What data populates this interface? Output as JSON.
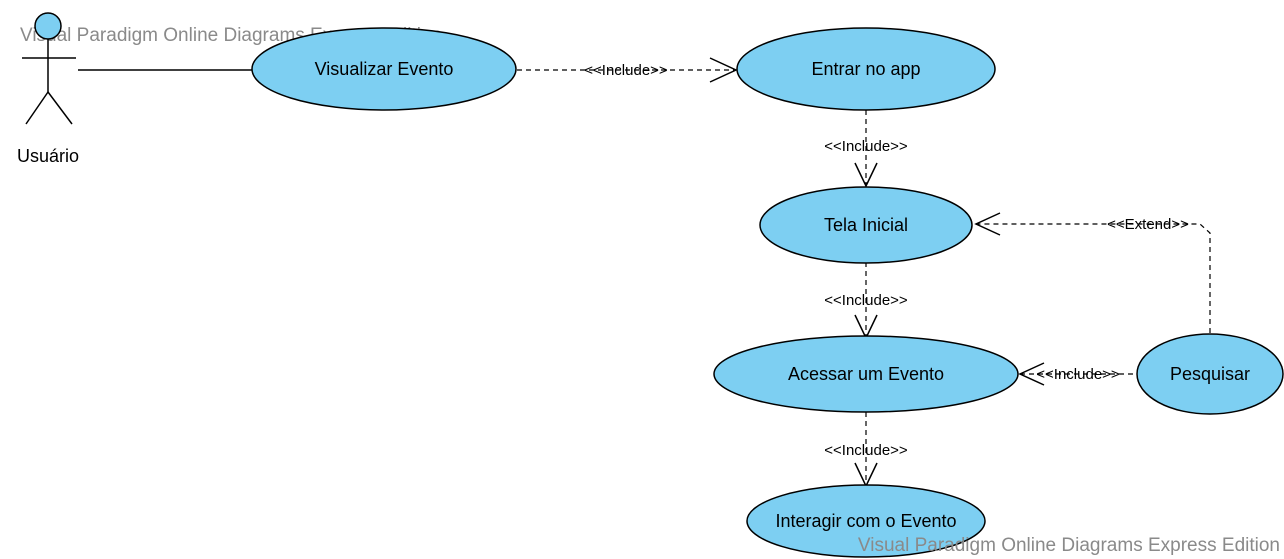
{
  "watermark_top": "Visual Paradigm Online Diagrams Express Edition",
  "watermark_bottom": "Visual Paradigm Online Diagrams Express Edition",
  "actor": {
    "name": "Usuário"
  },
  "use_cases": {
    "visualizar_evento": "Visualizar Evento",
    "entrar_no_app": "Entrar no app",
    "tela_inicial": "Tela Inicial",
    "acessar_evento": "Acessar um Evento",
    "pesquisar": "Pesquisar",
    "interagir_evento": "Interagir com o Evento"
  },
  "relationships": {
    "visualizar_to_entrar": "<<Include>>",
    "entrar_to_tela": "<<Include>>",
    "pesquisar_to_tela": "<<Extend>>",
    "tela_to_acessar": "<<Include>>",
    "pesquisar_to_acessar": "<<Include>>",
    "acessar_to_interagir": "<<Include>>"
  },
  "colors": {
    "use_case_fill": "#7dcff2",
    "stroke": "#000000",
    "watermark": "#8a8a8a"
  }
}
